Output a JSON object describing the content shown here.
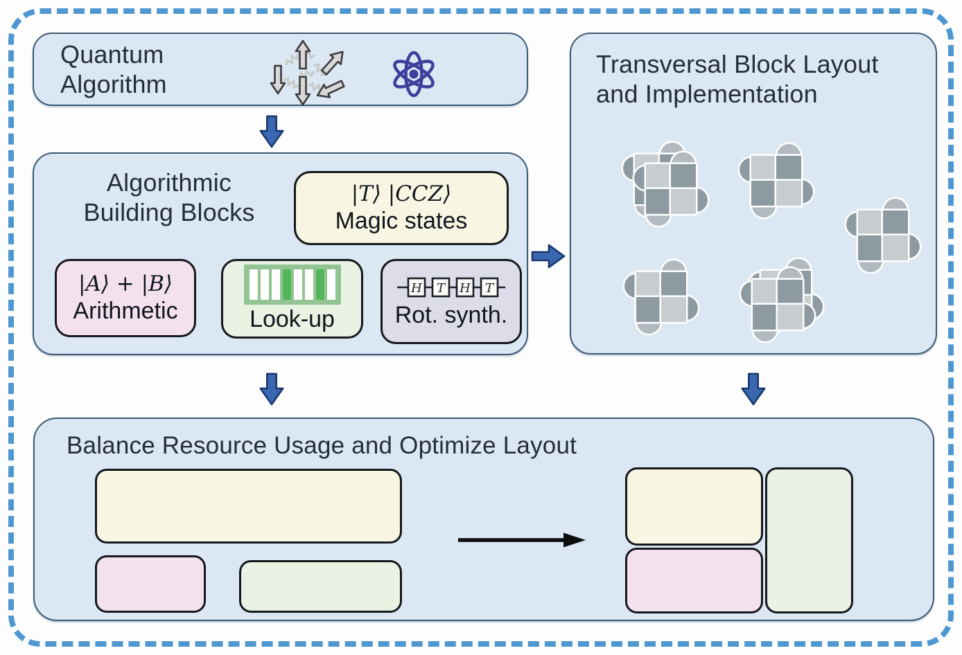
{
  "colors": {
    "frame-blue": "#4f97d0",
    "panel-fill": "#dbe7f3",
    "panel-border": "#3c5a74",
    "text-dark": "#242e39",
    "chip-cream": "#f8f6e3",
    "chip-pink": "#f3e2ee",
    "chip-green": "#e9f2e3",
    "chip-lavender": "#dcdde9",
    "chip-border": "#15181c",
    "arrow-blue": "#3a68b0",
    "arrow-blue-dark": "#17356b",
    "patch-light": "#c6ccd0",
    "patch-dark": "#8e9aa1",
    "patch-mid": "#b2bac0",
    "barcode-frame": "#93c493",
    "barcode-bright": "#54b65a",
    "atom-indigo": "#3c3f9c",
    "spin-gray": "#d8d8d8",
    "spin-outline": "#3b3b3b",
    "squiggle-gray": "#c6cbc6"
  },
  "panels": {
    "quantum_algorithm": {
      "title_line1": "Quantum",
      "title_line2": "Algorithm"
    },
    "building_blocks": {
      "title_line1": "Algorithmic",
      "title_line2": "Building Blocks",
      "magic_states": {
        "formula": "|T⟩ |CCZ⟩",
        "label": "Magic states"
      },
      "arithmetic": {
        "formula": "|A⟩ + |B⟩",
        "label": "Arithmetic"
      },
      "lookup": {
        "label": "Look-up"
      },
      "rot_synth": {
        "label": "Rot. synth.",
        "gates": [
          "H",
          "T",
          "H",
          "T"
        ]
      }
    },
    "transversal": {
      "title_line1": "Transversal Block Layout",
      "title_line2": "and Implementation"
    },
    "balance": {
      "title": "Balance Resource Usage and Optimize Layout"
    }
  }
}
